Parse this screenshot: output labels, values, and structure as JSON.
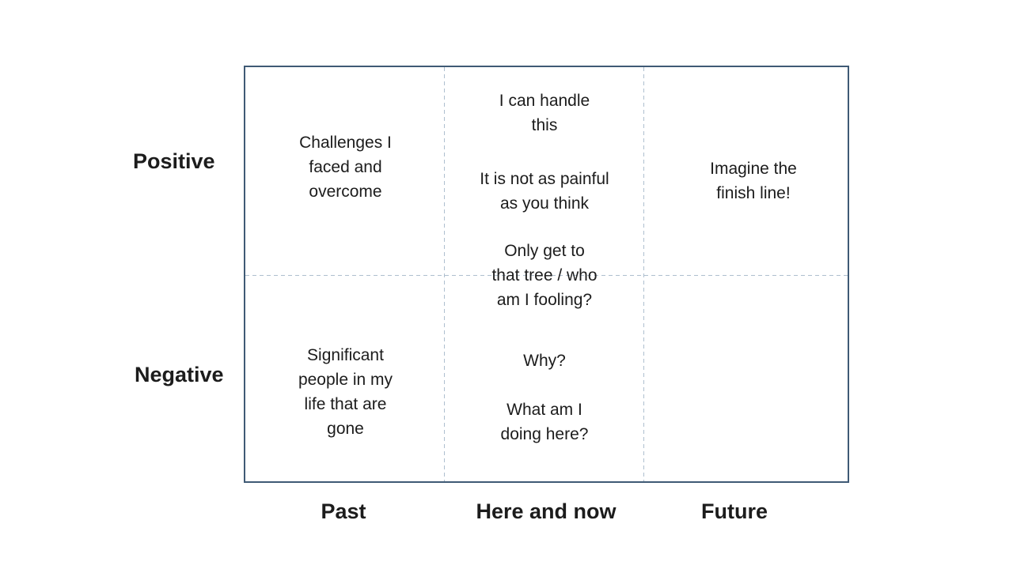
{
  "matrix": {
    "rows": [
      {
        "id": "positive",
        "label": "Positive"
      },
      {
        "id": "negative",
        "label": "Negative"
      }
    ],
    "columns": [
      {
        "id": "past",
        "label": "Past"
      },
      {
        "id": "here-and-now",
        "label": "Here and now"
      },
      {
        "id": "future",
        "label": "Future"
      }
    ],
    "cells": {
      "past_positive": "Challenges I\nfaced and\novercome",
      "past_negative": "Significant\npeople in my\nlife that are\ngone",
      "here_and_now_notes": [
        "I can handle\nthis",
        "It is not as painful\nas you think",
        "Only get to\nthat tree / who\nam I fooling?",
        "Why?",
        "What am I\ndoing here?"
      ],
      "future_positive": "Imagine the\nfinish line!",
      "future_negative": ""
    },
    "colors": {
      "border": "#3f5a75",
      "divider": "#aebfcf",
      "text": "#1c1c1c"
    }
  }
}
